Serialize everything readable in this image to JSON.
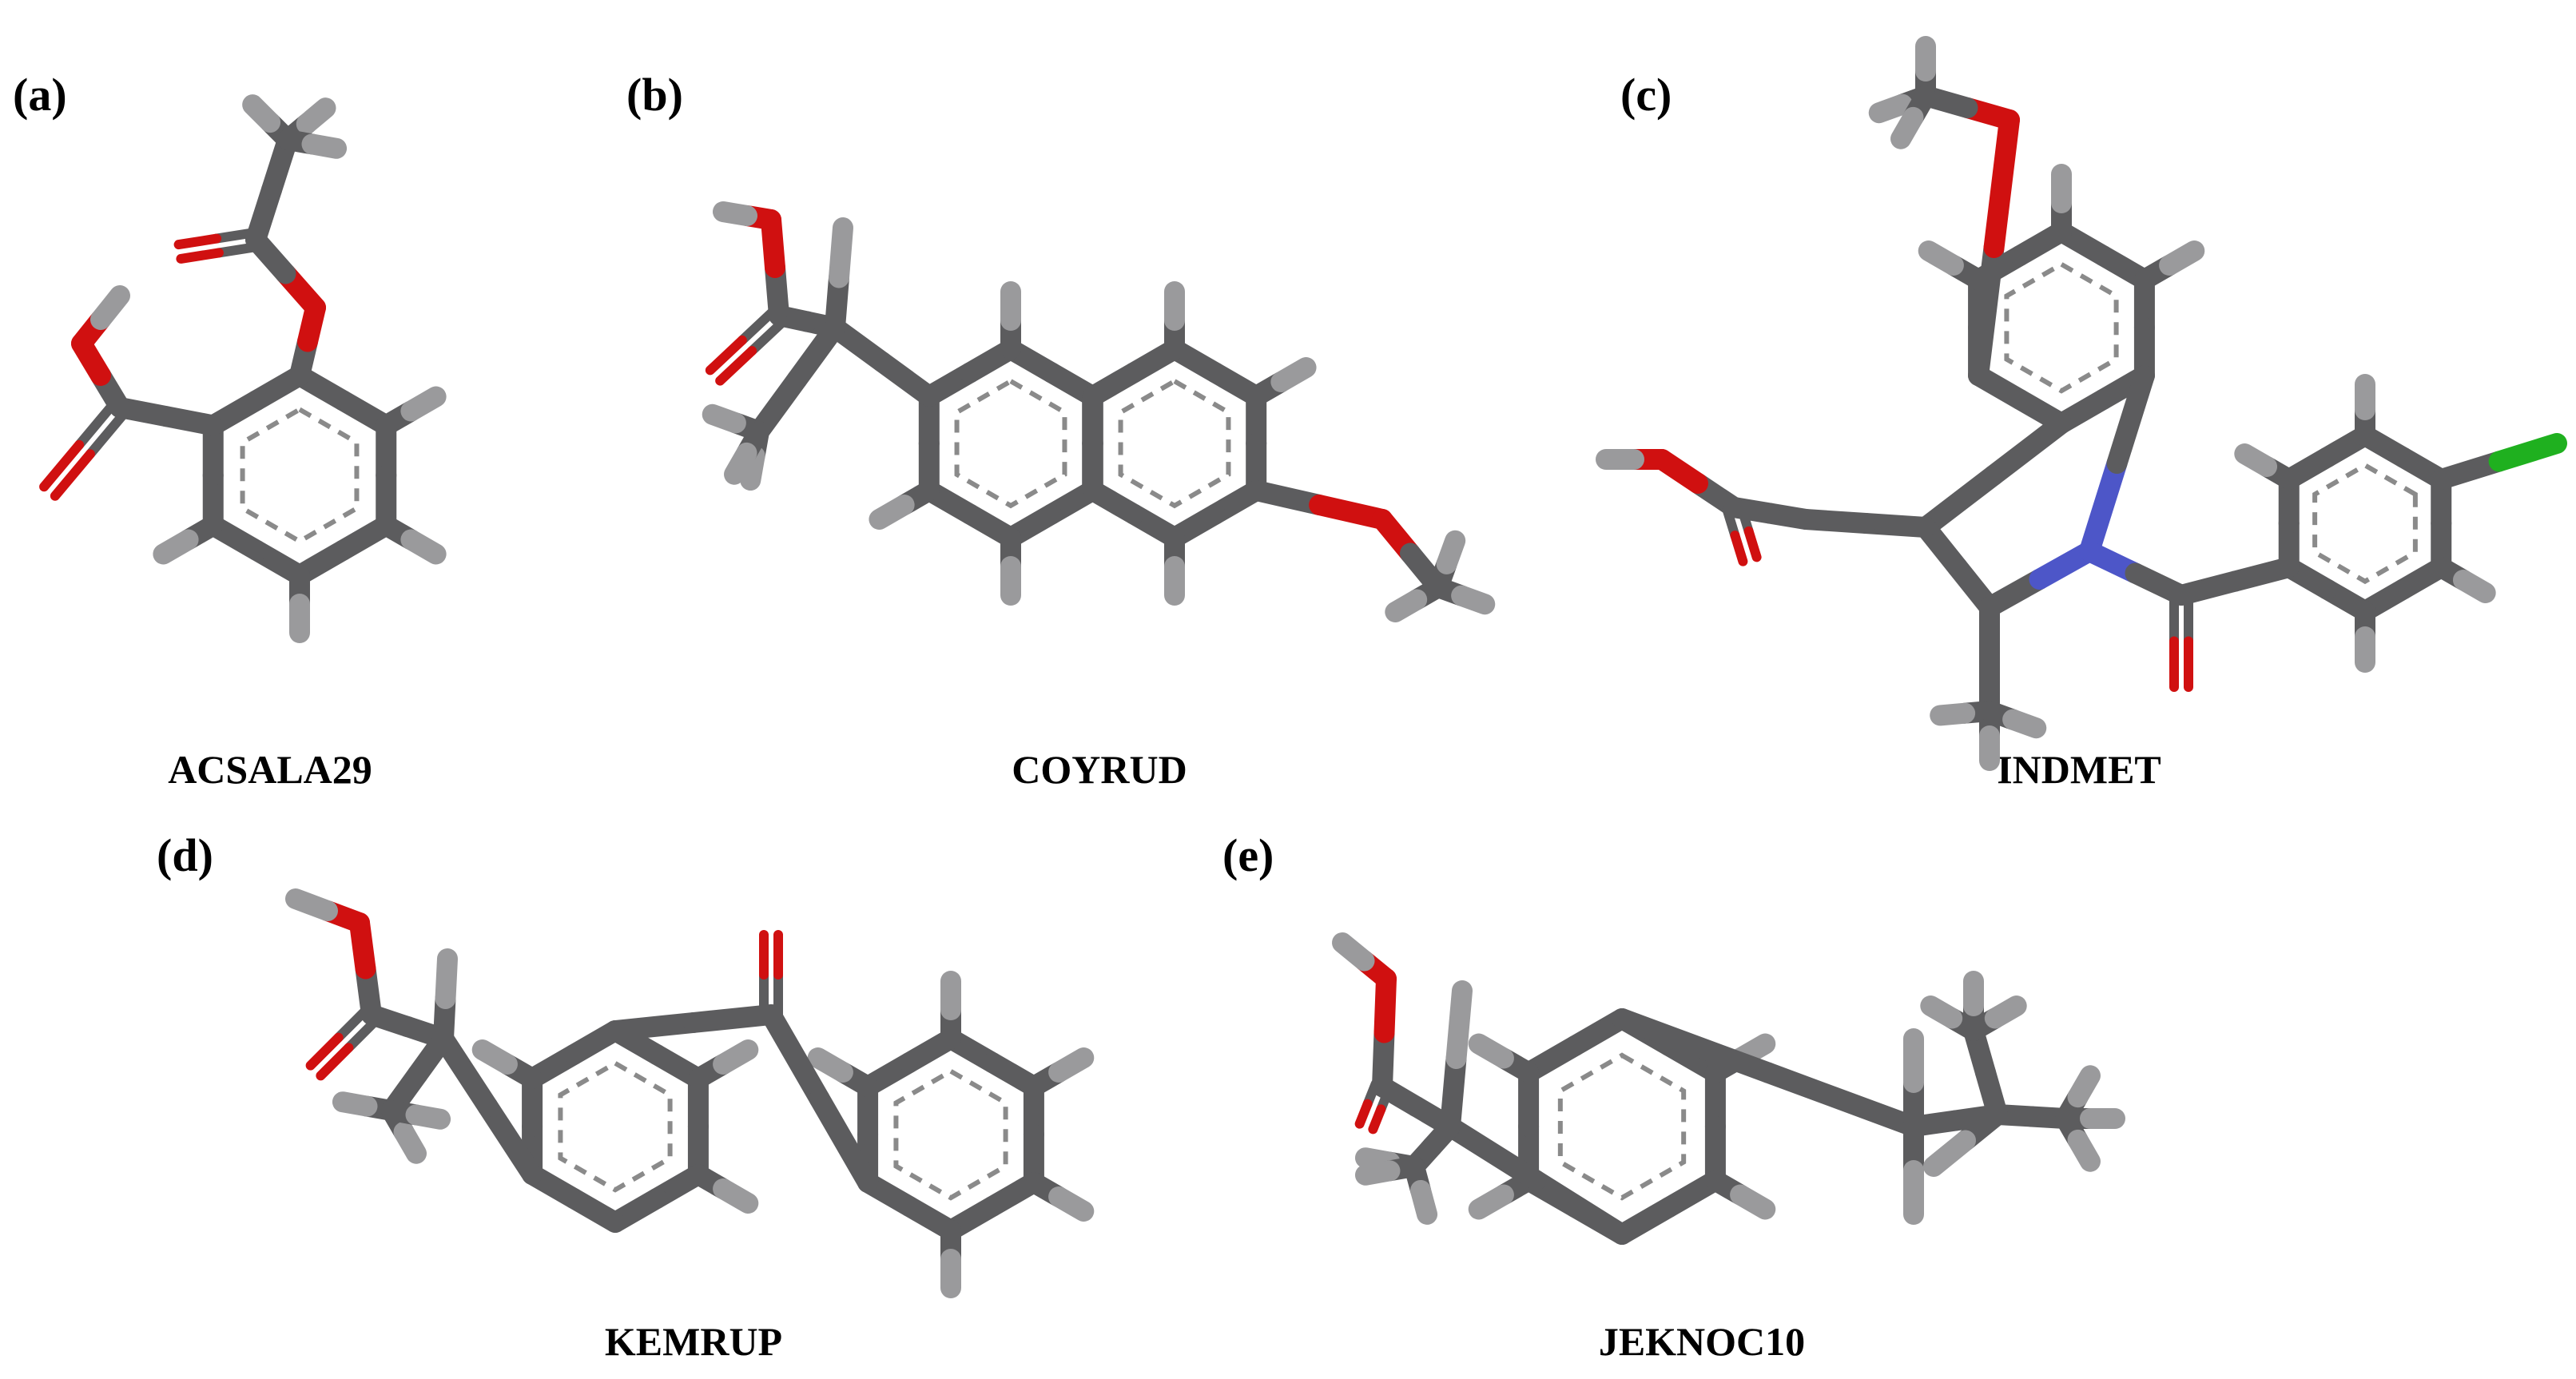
{
  "panels": [
    {
      "label": "(a)",
      "name": "ACSALA29"
    },
    {
      "label": "(b)",
      "name": "COYRUD"
    },
    {
      "label": "(c)",
      "name": "INDMET"
    },
    {
      "label": "(d)",
      "name": "KEMRUP"
    },
    {
      "label": "(e)",
      "name": "JEKNOC10"
    }
  ],
  "colors": {
    "carbon": "#5c5c5e",
    "hydrogen": "#9a9a9c",
    "oxygen": "#d01010",
    "nitrogen": "#4d56c8",
    "chlorine": "#1fb01f"
  }
}
